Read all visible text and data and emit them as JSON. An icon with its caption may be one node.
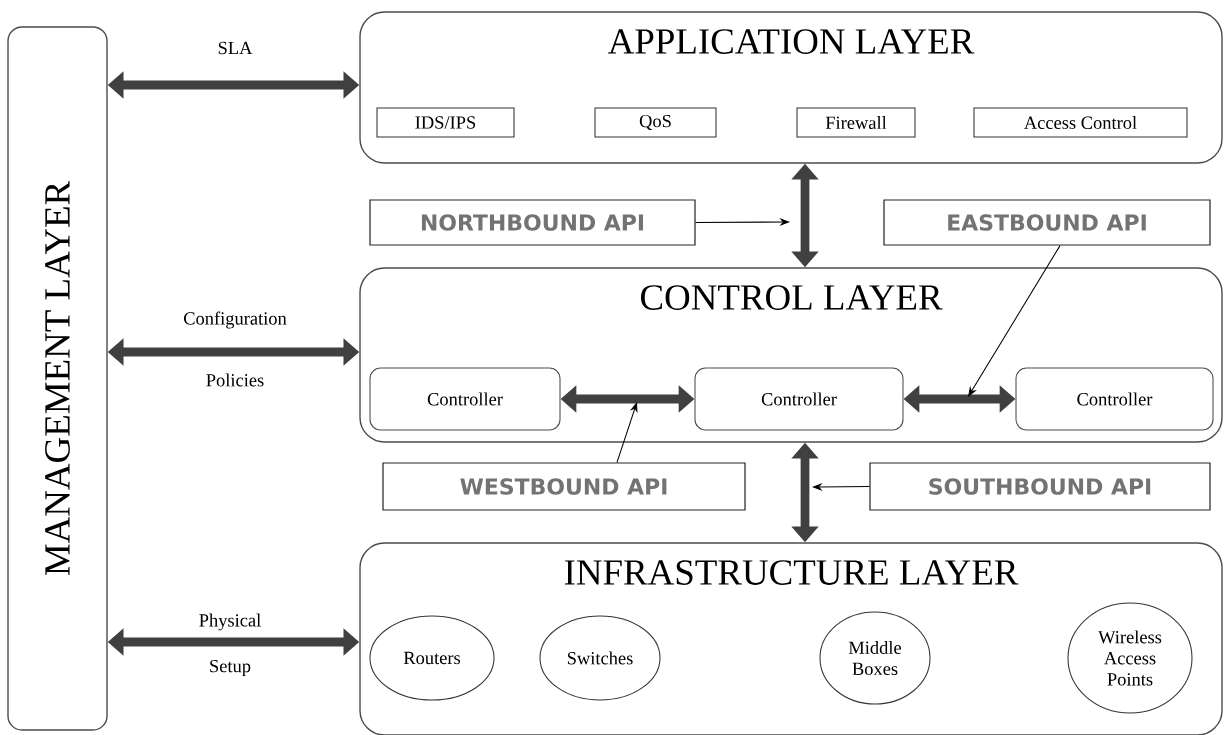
{
  "diagram": {
    "nodes": [
      {
        "text": [
          "MANAGEMENT LAYER"
        ]
      },
      {
        "text": [
          "APPLICATION LAYER"
        ]
      },
      {
        "text": [
          "IDS/IPS"
        ],
        "in": 1
      },
      {
        "text": [
          "QoS"
        ],
        "in": 1
      },
      {
        "text": [
          "Firewall"
        ],
        "in": 1
      },
      {
        "text": [
          "Access Control"
        ],
        "in": 1
      },
      {
        "text": [
          "CONTROL LAYER"
        ]
      },
      {
        "text": [
          "Controller"
        ],
        "in": 6
      },
      {
        "text": [
          "Controller"
        ],
        "in": 6
      },
      {
        "text": [
          "Controller"
        ],
        "in": 6
      },
      {
        "text": [
          "INFRASTRUCTURE LAYER"
        ]
      },
      {
        "text": [
          "Routers"
        ],
        "in": 10
      },
      {
        "text": [
          "Switches"
        ],
        "in": 10
      },
      {
        "text": [
          "Middle Boxes"
        ],
        "in": 10
      },
      {
        "text": [
          "Wireless Access Points"
        ],
        "in": 10
      },
      {
        "text": [
          "NORTHBOUND API"
        ]
      },
      {
        "text": [
          "EASTBOUND API"
        ]
      },
      {
        "text": [
          "WESTBOUND API"
        ]
      },
      {
        "text": [
          "SOUTHBOUND API"
        ]
      }
    ],
    "edges": [
      {
        "from": 0,
        "to": 1,
        "arrow": "both",
        "label": "SLA"
      },
      {
        "from": 0,
        "to": 6,
        "arrow": "both",
        "label": "Configuration"
      },
      {
        "from": 0,
        "to": 10,
        "arrow": "both",
        "label": "Physical"
      },
      {
        "from": 1,
        "to": 6,
        "arrow": "both"
      },
      {
        "from": 6,
        "to": 10,
        "arrow": "both"
      },
      {
        "from": 7,
        "to": 8,
        "arrow": "both"
      },
      {
        "from": 8,
        "to": 9,
        "arrow": "both"
      },
      {
        "from": 15,
        "to": null,
        "arrow": "to"
      },
      {
        "from": 16,
        "to": null,
        "arrow": "to"
      },
      {
        "from": 17,
        "to": null,
        "arrow": "to"
      },
      {
        "from": 18,
        "to": null,
        "arrow": "to"
      }
    ],
    "labels": [
      "Policies",
      "Setup"
    ]
  }
}
